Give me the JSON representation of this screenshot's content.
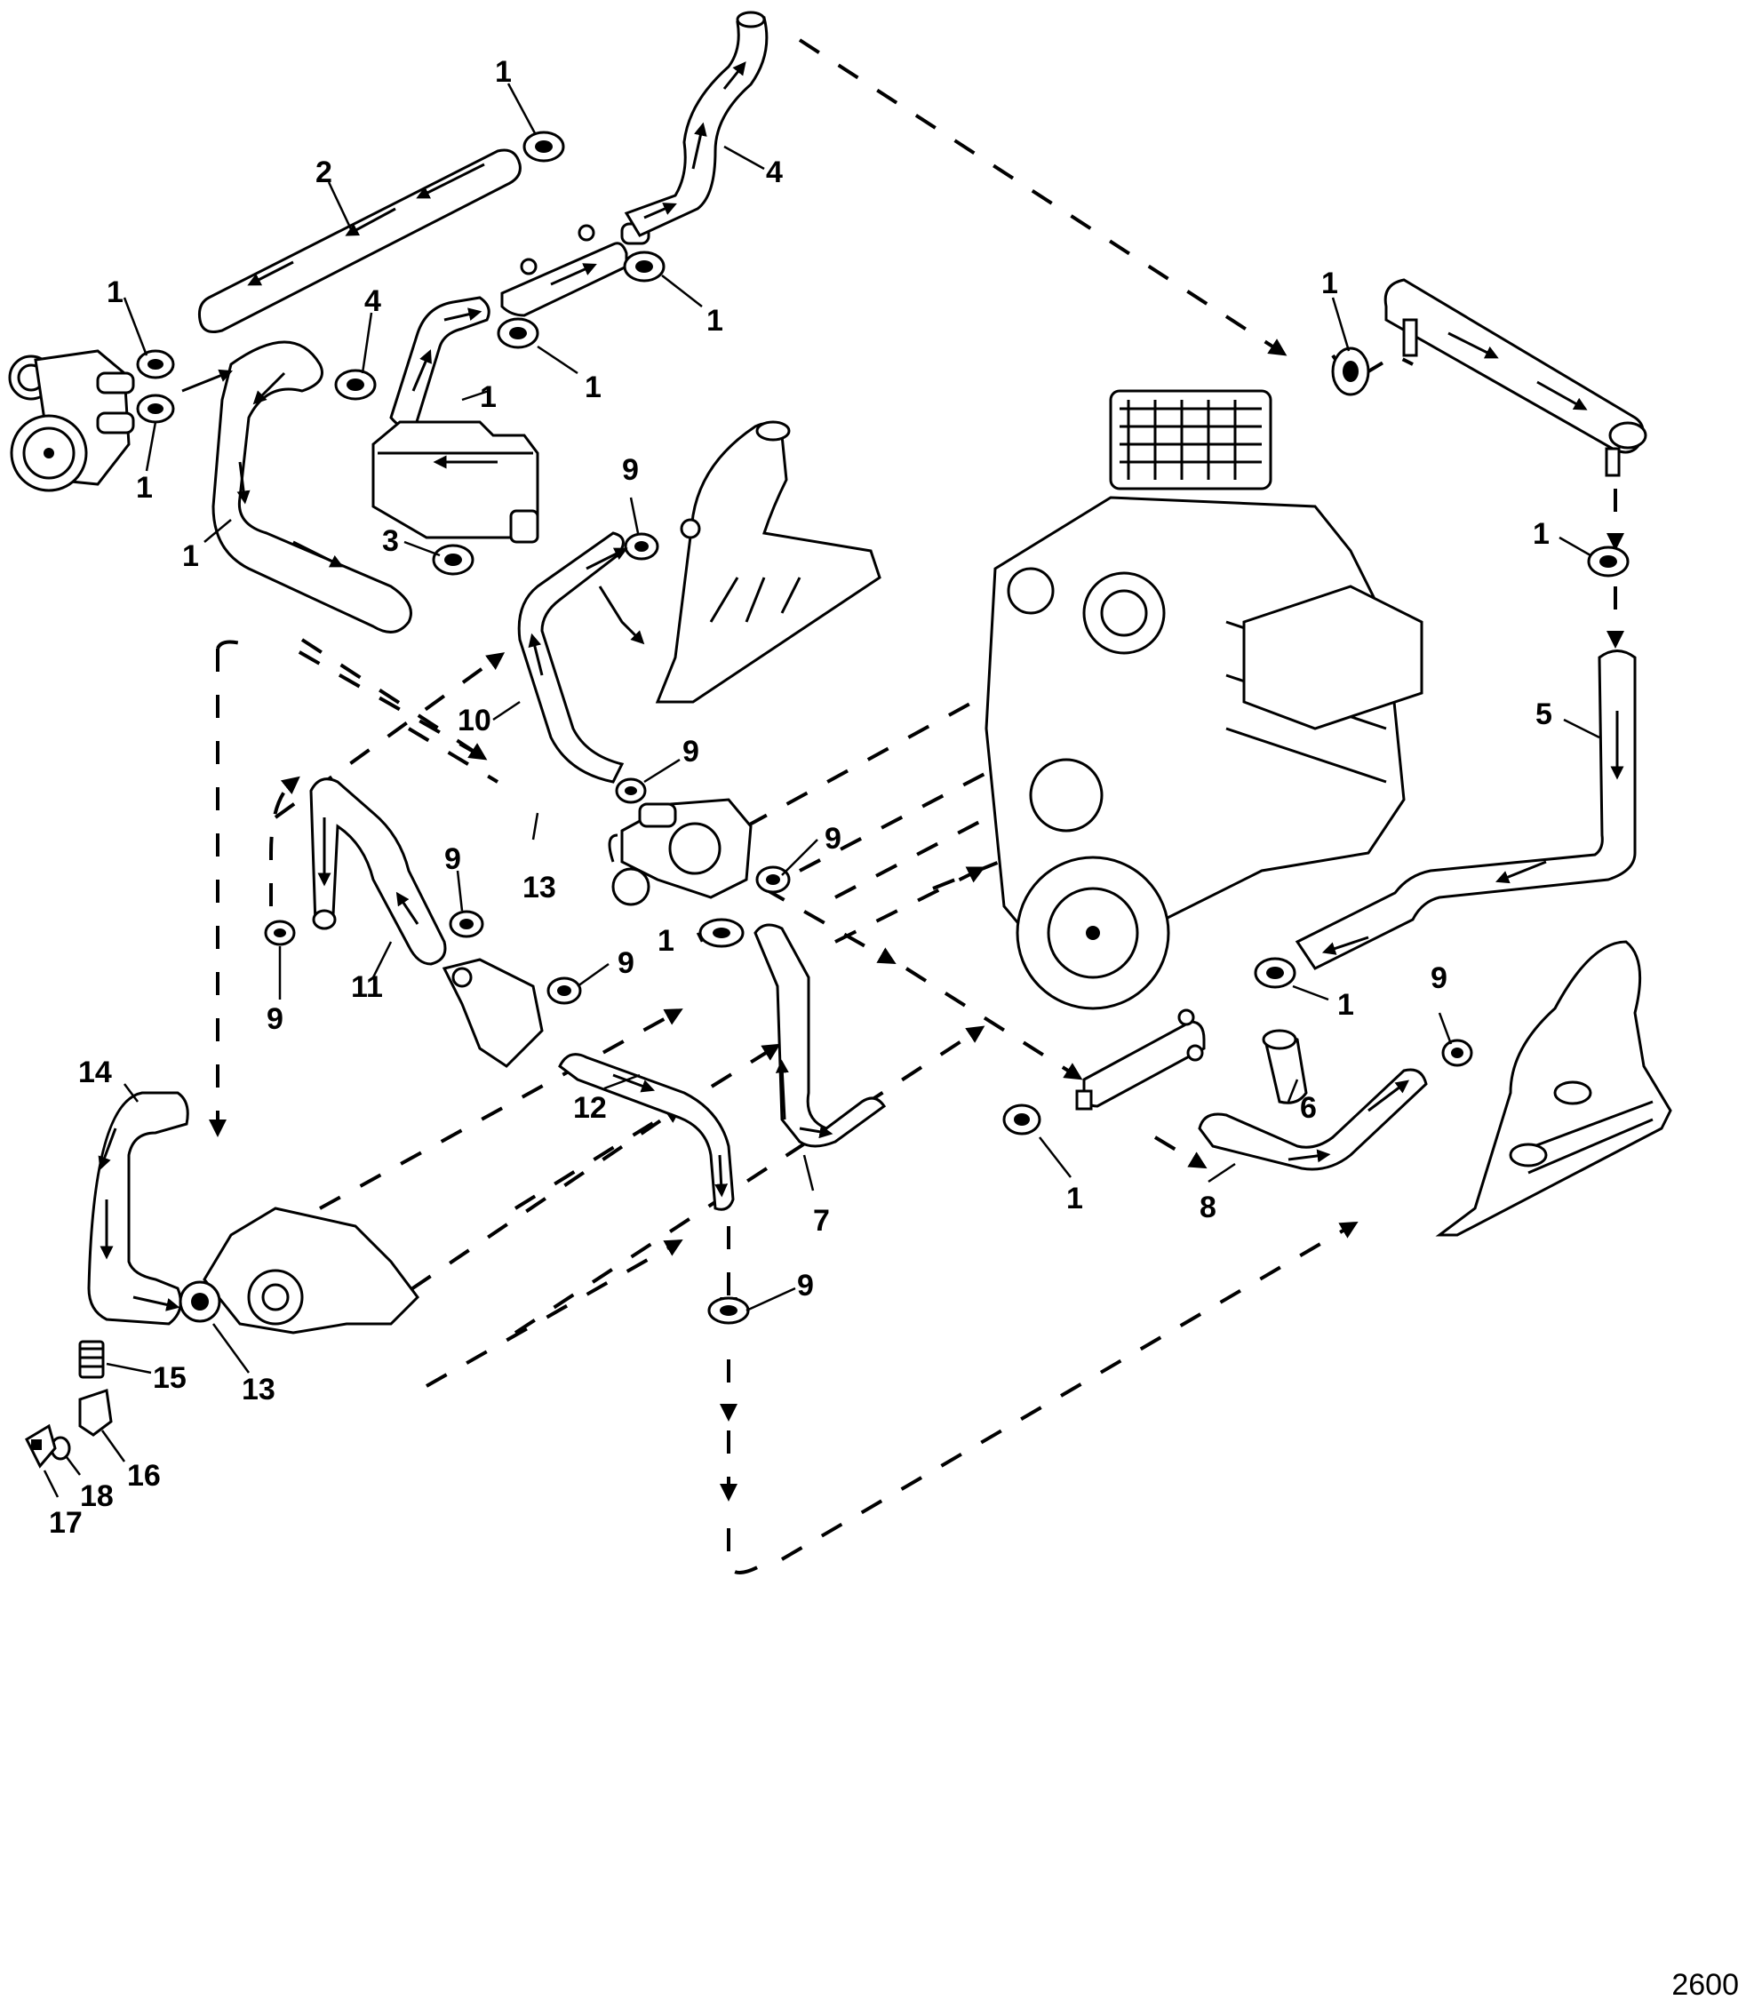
{
  "figure_number": "2600",
  "callouts": [
    {
      "id": "c1a",
      "text": "1"
    },
    {
      "id": "c2",
      "text": "2"
    },
    {
      "id": "c4a",
      "text": "4"
    },
    {
      "id": "c1b",
      "text": "1"
    },
    {
      "id": "c1c",
      "text": "1"
    },
    {
      "id": "c1d",
      "text": "1"
    },
    {
      "id": "c1e",
      "text": "1"
    },
    {
      "id": "c4b",
      "text": "4"
    },
    {
      "id": "c1f",
      "text": "1"
    },
    {
      "id": "c3",
      "text": "3"
    },
    {
      "id": "c1g",
      "text": "1"
    },
    {
      "id": "c1h",
      "text": "1"
    },
    {
      "id": "c9a",
      "text": "9"
    },
    {
      "id": "c1i",
      "text": "1"
    },
    {
      "id": "c5",
      "text": "5"
    },
    {
      "id": "c10",
      "text": "10"
    },
    {
      "id": "c9b",
      "text": "9"
    },
    {
      "id": "c9c",
      "text": "9"
    },
    {
      "id": "c13a",
      "text": "13"
    },
    {
      "id": "c9d",
      "text": "9"
    },
    {
      "id": "c1j",
      "text": "1"
    },
    {
      "id": "c9e",
      "text": "9"
    },
    {
      "id": "c11",
      "text": "11"
    },
    {
      "id": "c9f",
      "text": "9"
    },
    {
      "id": "c1k",
      "text": "1"
    },
    {
      "id": "c9g",
      "text": "9"
    },
    {
      "id": "c14",
      "text": "14"
    },
    {
      "id": "c12",
      "text": "12"
    },
    {
      "id": "c6",
      "text": "6"
    },
    {
      "id": "c7",
      "text": "7"
    },
    {
      "id": "c1l",
      "text": "1"
    },
    {
      "id": "c8",
      "text": "8"
    },
    {
      "id": "c9h",
      "text": "9"
    },
    {
      "id": "c13b",
      "text": "13"
    },
    {
      "id": "c15",
      "text": "15"
    },
    {
      "id": "c16",
      "text": "16"
    },
    {
      "id": "c18",
      "text": "18"
    },
    {
      "id": "c17",
      "text": "17"
    }
  ]
}
